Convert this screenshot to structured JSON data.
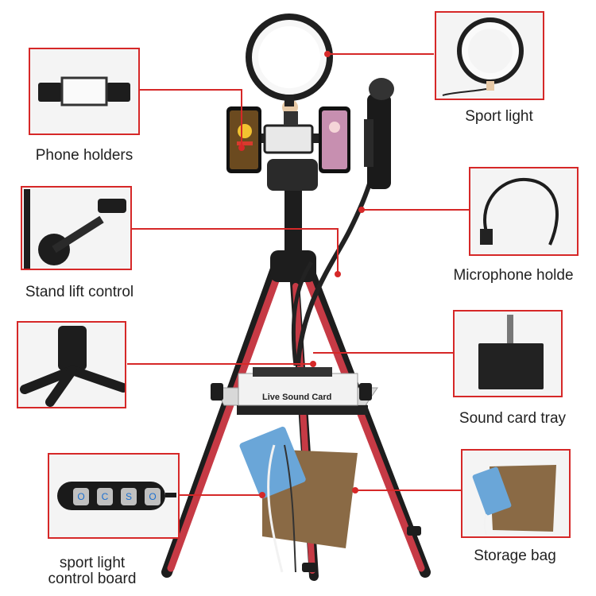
{
  "colors": {
    "callout": "#d62828",
    "tripod_leg": "#c63a45",
    "tripod_black": "#1d1d1d",
    "bag": "#8a6a45",
    "tray": "#d8d8d8",
    "sound_card_blue": "#6aa6d8"
  },
  "labels": {
    "phone_holders": "Phone holders",
    "sport_light": "Sport light",
    "stand_lift_control": "Stand lift control",
    "microphone_holder": "Microphone holde",
    "sound_card_tray": "Sound card tray",
    "sport_light_control_board_line1": "sport light",
    "sport_light_control_board_line2": "control board",
    "storage_bag": "Storage bag"
  },
  "product_text": {
    "sound_card": "Live Sound Card"
  },
  "control_board_buttons": [
    "O",
    "C",
    "S",
    "O"
  ],
  "icons": [
    "ring-light-icon",
    "phone-clamp-icon",
    "gooseneck-icon",
    "microphone-icon",
    "tripod-icon",
    "sound-card-icon",
    "storage-bag-icon",
    "control-board-icon",
    "lift-crank-icon",
    "tripod-base-icon",
    "tray-icon"
  ]
}
